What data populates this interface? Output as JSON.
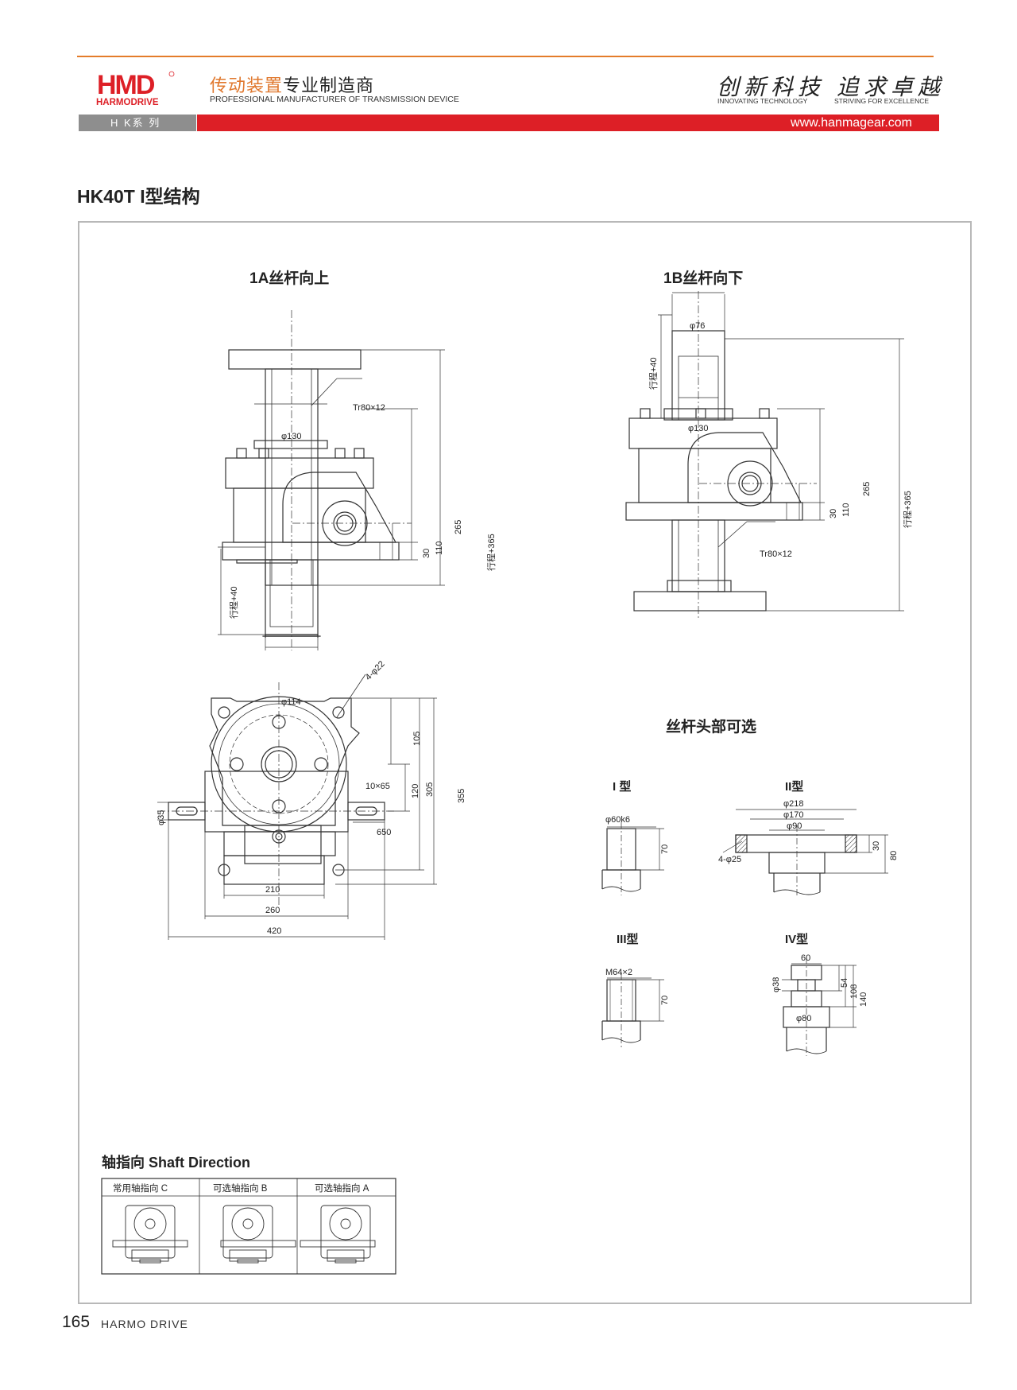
{
  "header": {
    "logo_text": "HMD",
    "logo_sub": "HARMODRIVE",
    "brand_cn_orange": "传动装置",
    "brand_cn_black": "专业制造商",
    "brand_en": "PROFESSIONAL MANUFACTURER OF TRANSMISSION DEVICE",
    "slogan_cn": "创新科技 追求卓越",
    "slogan_en_1": "INNOVATING TECHNOLOGY",
    "slogan_en_2": "STRIVING FOR EXCELLENCE",
    "series": "H K系 列",
    "website": "www.hanmagear.com",
    "colors": {
      "accent_orange": "#e0782e",
      "red_bar": "#dd1f26",
      "gray_bar": "#8e8e8e"
    }
  },
  "title": "HK40T I型结构",
  "view_1a": {
    "title": "1A丝杆向上",
    "labels": {
      "thread": "Tr80×12",
      "d130": "φ130",
      "d114": "φ114",
      "dim265": "265",
      "dim110": "110",
      "dim30": "30",
      "stroke365": "行程+365",
      "stroke40": "行程+40"
    }
  },
  "view_1b": {
    "title": "1B丝杆向下",
    "labels": {
      "d76": "φ76",
      "d130": "φ130",
      "thread": "Tr80×12",
      "dim265": "265",
      "dim110": "110",
      "dim30": "30",
      "stroke365": "行程+365",
      "stroke40": "行程+40"
    }
  },
  "plan_view": {
    "labels": {
      "holes": "4-φ22",
      "d35": "φ35",
      "key": "10×65",
      "dim105": "105",
      "dim120": "120",
      "dim305": "305",
      "dim355": "355",
      "dim650": "650",
      "dim210": "210",
      "dim260": "260",
      "dim420": "420"
    }
  },
  "head_options": {
    "title": "丝杆头部可选",
    "type1": {
      "title": "I 型",
      "dia": "φ60k6",
      "len": "70"
    },
    "type2": {
      "title": "II型",
      "d218": "φ218",
      "d170": "φ170",
      "d90": "φ90",
      "holes": "4-φ25",
      "dim30": "30",
      "dim80": "80"
    },
    "type3": {
      "title": "III型",
      "thread": "M64×2",
      "len": "70"
    },
    "type4": {
      "title": "IV型",
      "dim60": "60",
      "d38": "φ38",
      "d80": "φ80",
      "dim54": "54",
      "dim108": "108",
      "dim140": "140"
    }
  },
  "shaft_direction": {
    "title": "轴指向 Shaft Direction",
    "cells": [
      "常用轴指向 C",
      "可选轴指向 B",
      "可选轴指向 A"
    ]
  },
  "footer": {
    "page": "165",
    "brand": "HARMO DRIVE"
  }
}
